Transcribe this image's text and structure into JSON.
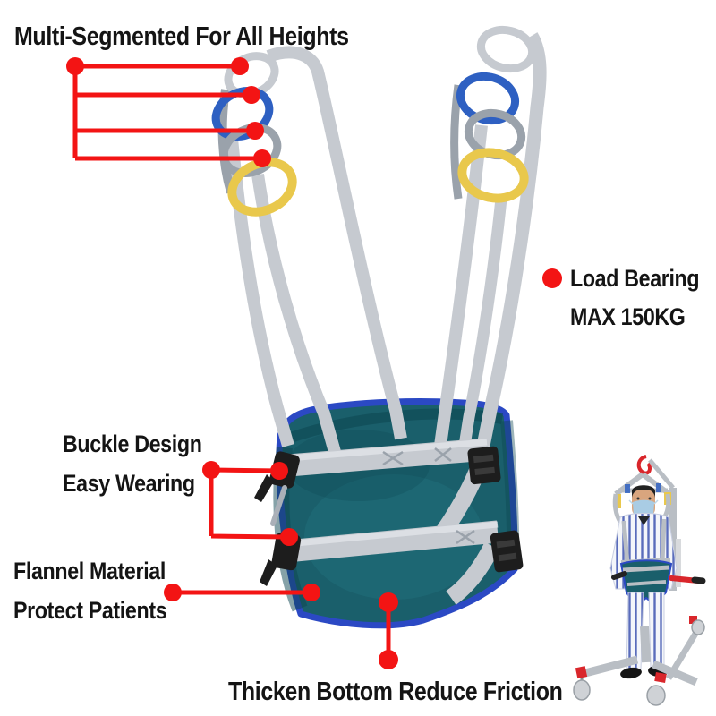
{
  "product_annotations": {
    "multi_segmented": "Multi-Segmented For All Heights",
    "load_bearing_1": "Load Bearing",
    "load_bearing_2": "MAX 150KG",
    "buckle_1": "Buckle Design",
    "buckle_2": "Easy Wearing",
    "flannel_1": "Flannel Material",
    "flannel_2": "Protect Patients",
    "thicken_bottom": "Thicken Bottom Reduce Friction"
  },
  "colors": {
    "background": "#ffffff",
    "label_text": "#141414",
    "accent_red": "#f31414",
    "sling_teal": "#1a5f6b",
    "sling_teal_dark": "#0d4551",
    "sling_teal_light": "#247883",
    "trim_blue": "#2b49c4",
    "strap_gray": "#c6cad0",
    "strap_gray_shade": "#9aa2ab",
    "strap_highlight": "#dfe3e7",
    "loop_blue": "#2e60c2",
    "loop_yellow": "#e9c84c",
    "buckle_black": "#1d1d1d",
    "frame_metal": "#b9bec4",
    "frame_red": "#d9262b",
    "mask_blue": "#a9cce4",
    "pajama_stripe": "#5a6cbb",
    "skin": "#d9a57e"
  }
}
